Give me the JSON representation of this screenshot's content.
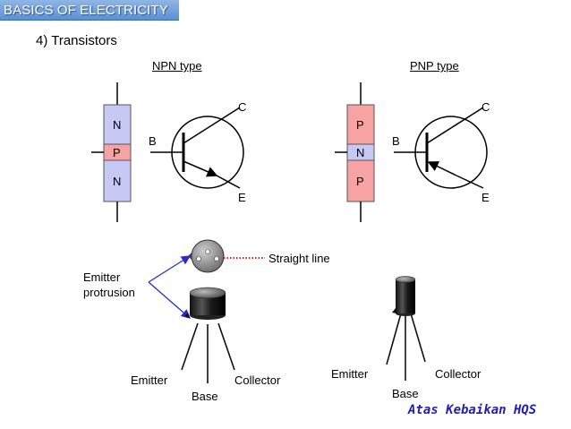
{
  "header": {
    "title": "BASICS OF ELECTRICITY"
  },
  "section_heading": "4) Transistors",
  "npn": {
    "type_label": "NPN type",
    "layers": [
      "N",
      "P",
      "N"
    ],
    "terminals": {
      "base": "B",
      "collector": "C",
      "emitter": "E"
    }
  },
  "pnp": {
    "type_label": "PNP type",
    "layers": [
      "P",
      "N",
      "P"
    ],
    "terminals": {
      "base": "B",
      "collector": "C",
      "emitter": "E"
    }
  },
  "package_left": {
    "emitter_note_line1": "Emitter",
    "emitter_note_line2": "protrusion",
    "straight_line_label": "Straight line",
    "pin_labels": {
      "emitter": "Emitter",
      "base": "Base",
      "collector": "Collector"
    }
  },
  "package_right": {
    "pin_labels": {
      "emitter": "Emitter",
      "base": "Base",
      "collector": "Collector"
    }
  },
  "credit": "Atas Kebaikan HQS",
  "colors": {
    "title_bar": "#5b8fd4",
    "n_layer": "#c8c8f5",
    "p_layer": "#f7a3a3",
    "arrow_blue": "#2b2bc8",
    "dotted_red": "#e02020",
    "credit_text": "#1f1fb5"
  }
}
